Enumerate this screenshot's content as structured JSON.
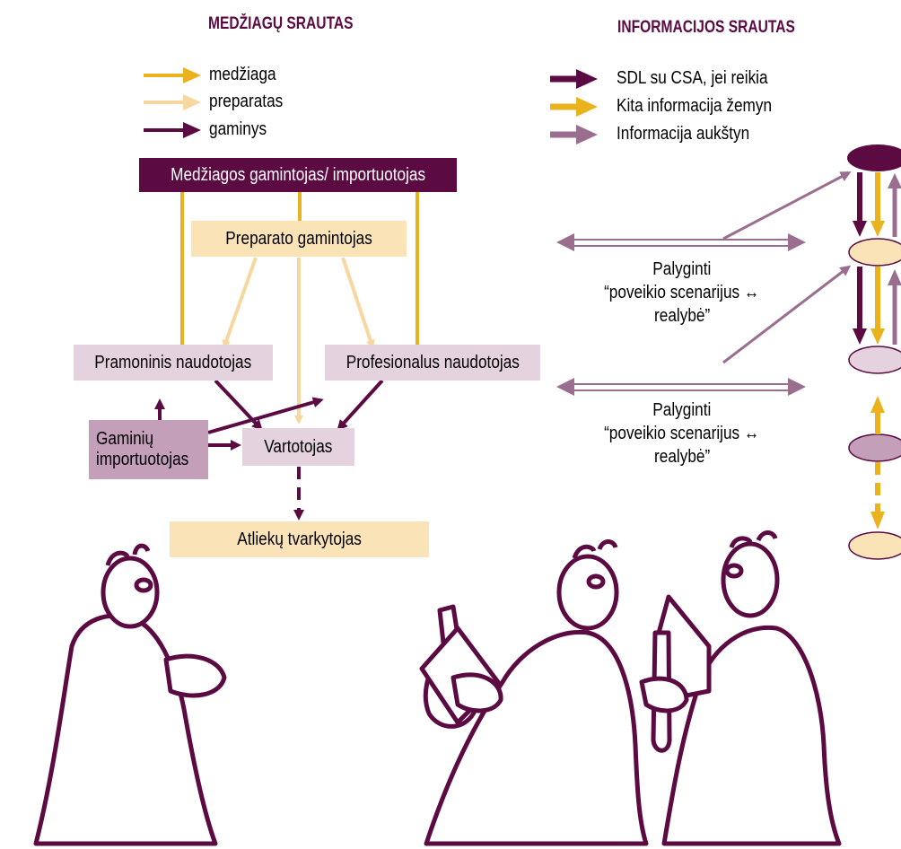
{
  "headers": {
    "material_flow": "MEDŽIAGŲ SRAUTAS",
    "info_flow": "INFORMACIJOS SRAUTAS"
  },
  "material_legend": [
    {
      "label": "medžiaga",
      "color": "#eab31d"
    },
    {
      "label": "preparatas",
      "color": "#f7d7a0"
    },
    {
      "label": "gaminys",
      "color": "#5b0a42"
    }
  ],
  "info_legend": [
    {
      "label": "SDL su CSA, jei reikia",
      "color": "#5b0a42"
    },
    {
      "label": "Kita informacija žemyn",
      "color": "#eab31d"
    },
    {
      "label": "Informacija aukštyn",
      "color": "#9a6e8e"
    }
  ],
  "nodes": {
    "manufacturer": "Medžiagos gamintojas/ importuotojas",
    "formulator": "Preparato gamintojas",
    "industrial_user": "Pramoninis naudotojas",
    "professional_user": "Profesionalus naudotojas",
    "importer_line1": "Gaminių",
    "importer_line2": "importuotojas",
    "consumer": "Vartotojas",
    "waste": "Atliekų tvarkytojas"
  },
  "compare": [
    {
      "line1": "Palyginti",
      "line2": "“poveikio scenarijus ↔",
      "line3": "realybė”"
    },
    {
      "line1": "Palyginti",
      "line2": "“poveikio scenarijus ↔",
      "line3": "realybė”"
    }
  ],
  "colors": {
    "dark_purple": "#5b0a42",
    "gold": "#eab31d",
    "light_gold": "#f7d7a0",
    "mauve": "#9a6e8e",
    "box_manufacturer": "#5b0a42",
    "box_light": "#fbe3b8",
    "box_lilac": "#e4d2df",
    "box_importer": "#c49fba"
  }
}
